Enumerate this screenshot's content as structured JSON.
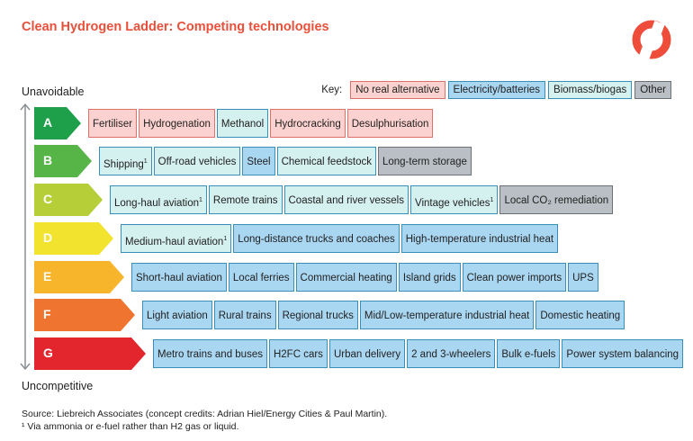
{
  "title": "Clean Hydrogen Ladder: Competing technologies",
  "axis": {
    "top": "Unavoidable",
    "bottom": "Uncompetitive"
  },
  "key": {
    "label": "Key:",
    "items": [
      {
        "label": "No real alternative",
        "type": "none",
        "color": "#fbd2cf"
      },
      {
        "label": "Electricity/batteries",
        "type": "elec",
        "color": "#a9d6f1"
      },
      {
        "label": "Biomass/biogas",
        "type": "bio",
        "color": "#d4f0ef"
      },
      {
        "label": "Other",
        "type": "other",
        "color": "#b9bfc4"
      }
    ]
  },
  "rungs": [
    {
      "letter": "A",
      "color": "#1e9f4a",
      "items": [
        {
          "label": "Fertiliser",
          "type": "none"
        },
        {
          "label": "Hydrogenation",
          "type": "none"
        },
        {
          "label": "Methanol",
          "type": "bio"
        },
        {
          "label": "Hydrocracking",
          "type": "none"
        },
        {
          "label": "Desulphurisation",
          "type": "none"
        }
      ]
    },
    {
      "letter": "B",
      "color": "#57b447",
      "items": [
        {
          "label": "Shipping",
          "sup": "1",
          "type": "bio"
        },
        {
          "label": "Off-road vehicles",
          "type": "bio"
        },
        {
          "label": "Steel",
          "type": "elec"
        },
        {
          "label": "Chemical feedstock",
          "type": "bio"
        },
        {
          "label": "Long-term storage",
          "type": "other"
        }
      ]
    },
    {
      "letter": "C",
      "color": "#b6cf38",
      "items": [
        {
          "label": "Long-haul aviation",
          "sup": "1",
          "type": "bio"
        },
        {
          "label": "Remote trains",
          "type": "bio"
        },
        {
          "label": "Coastal and river vessels",
          "type": "bio"
        },
        {
          "label": "Vintage vehicles",
          "sup": "1",
          "type": "bio"
        },
        {
          "label": "Local CO₂ remediation",
          "type": "other"
        }
      ]
    },
    {
      "letter": "D",
      "color": "#f2e42e",
      "items": [
        {
          "label": "Medium-haul aviation",
          "sup": "1",
          "type": "bio"
        },
        {
          "label": "Long-distance trucks and coaches",
          "type": "elec"
        },
        {
          "label": "High-temperature industrial heat",
          "type": "elec"
        }
      ]
    },
    {
      "letter": "E",
      "color": "#f7b52c",
      "items": [
        {
          "label": "Short-haul aviation",
          "type": "elec"
        },
        {
          "label": "Local ferries",
          "type": "elec"
        },
        {
          "label": "Commercial heating",
          "type": "elec"
        },
        {
          "label": "Island grids",
          "type": "elec"
        },
        {
          "label": "Clean power imports",
          "type": "elec"
        },
        {
          "label": "UPS",
          "type": "elec"
        }
      ]
    },
    {
      "letter": "F",
      "color": "#ee7430",
      "items": [
        {
          "label": "Light aviation",
          "type": "elec"
        },
        {
          "label": "Rural trains",
          "type": "elec"
        },
        {
          "label": "Regional trucks",
          "type": "elec"
        },
        {
          "label": "Mid/Low-temperature industrial heat",
          "type": "elec"
        },
        {
          "label": "Domestic heating",
          "type": "elec"
        }
      ]
    },
    {
      "letter": "G",
      "color": "#e3262d",
      "items": [
        {
          "label": "Metro trains and buses",
          "type": "elec"
        },
        {
          "label": "H2FC cars",
          "type": "elec"
        },
        {
          "label": "Urban delivery",
          "type": "elec"
        },
        {
          "label": "2 and 3-wheelers",
          "type": "elec"
        },
        {
          "label": "Bulk e-fuels",
          "type": "elec"
        },
        {
          "label": "Power system balancing",
          "type": "elec"
        }
      ]
    }
  ],
  "source": "Source: Liebreich Associates (concept credits: Adrian Hiel/Energy Cities & Paul Martin).",
  "footnote": "¹ Via ammonia or e-fuel rather than H2 gas or liquid."
}
